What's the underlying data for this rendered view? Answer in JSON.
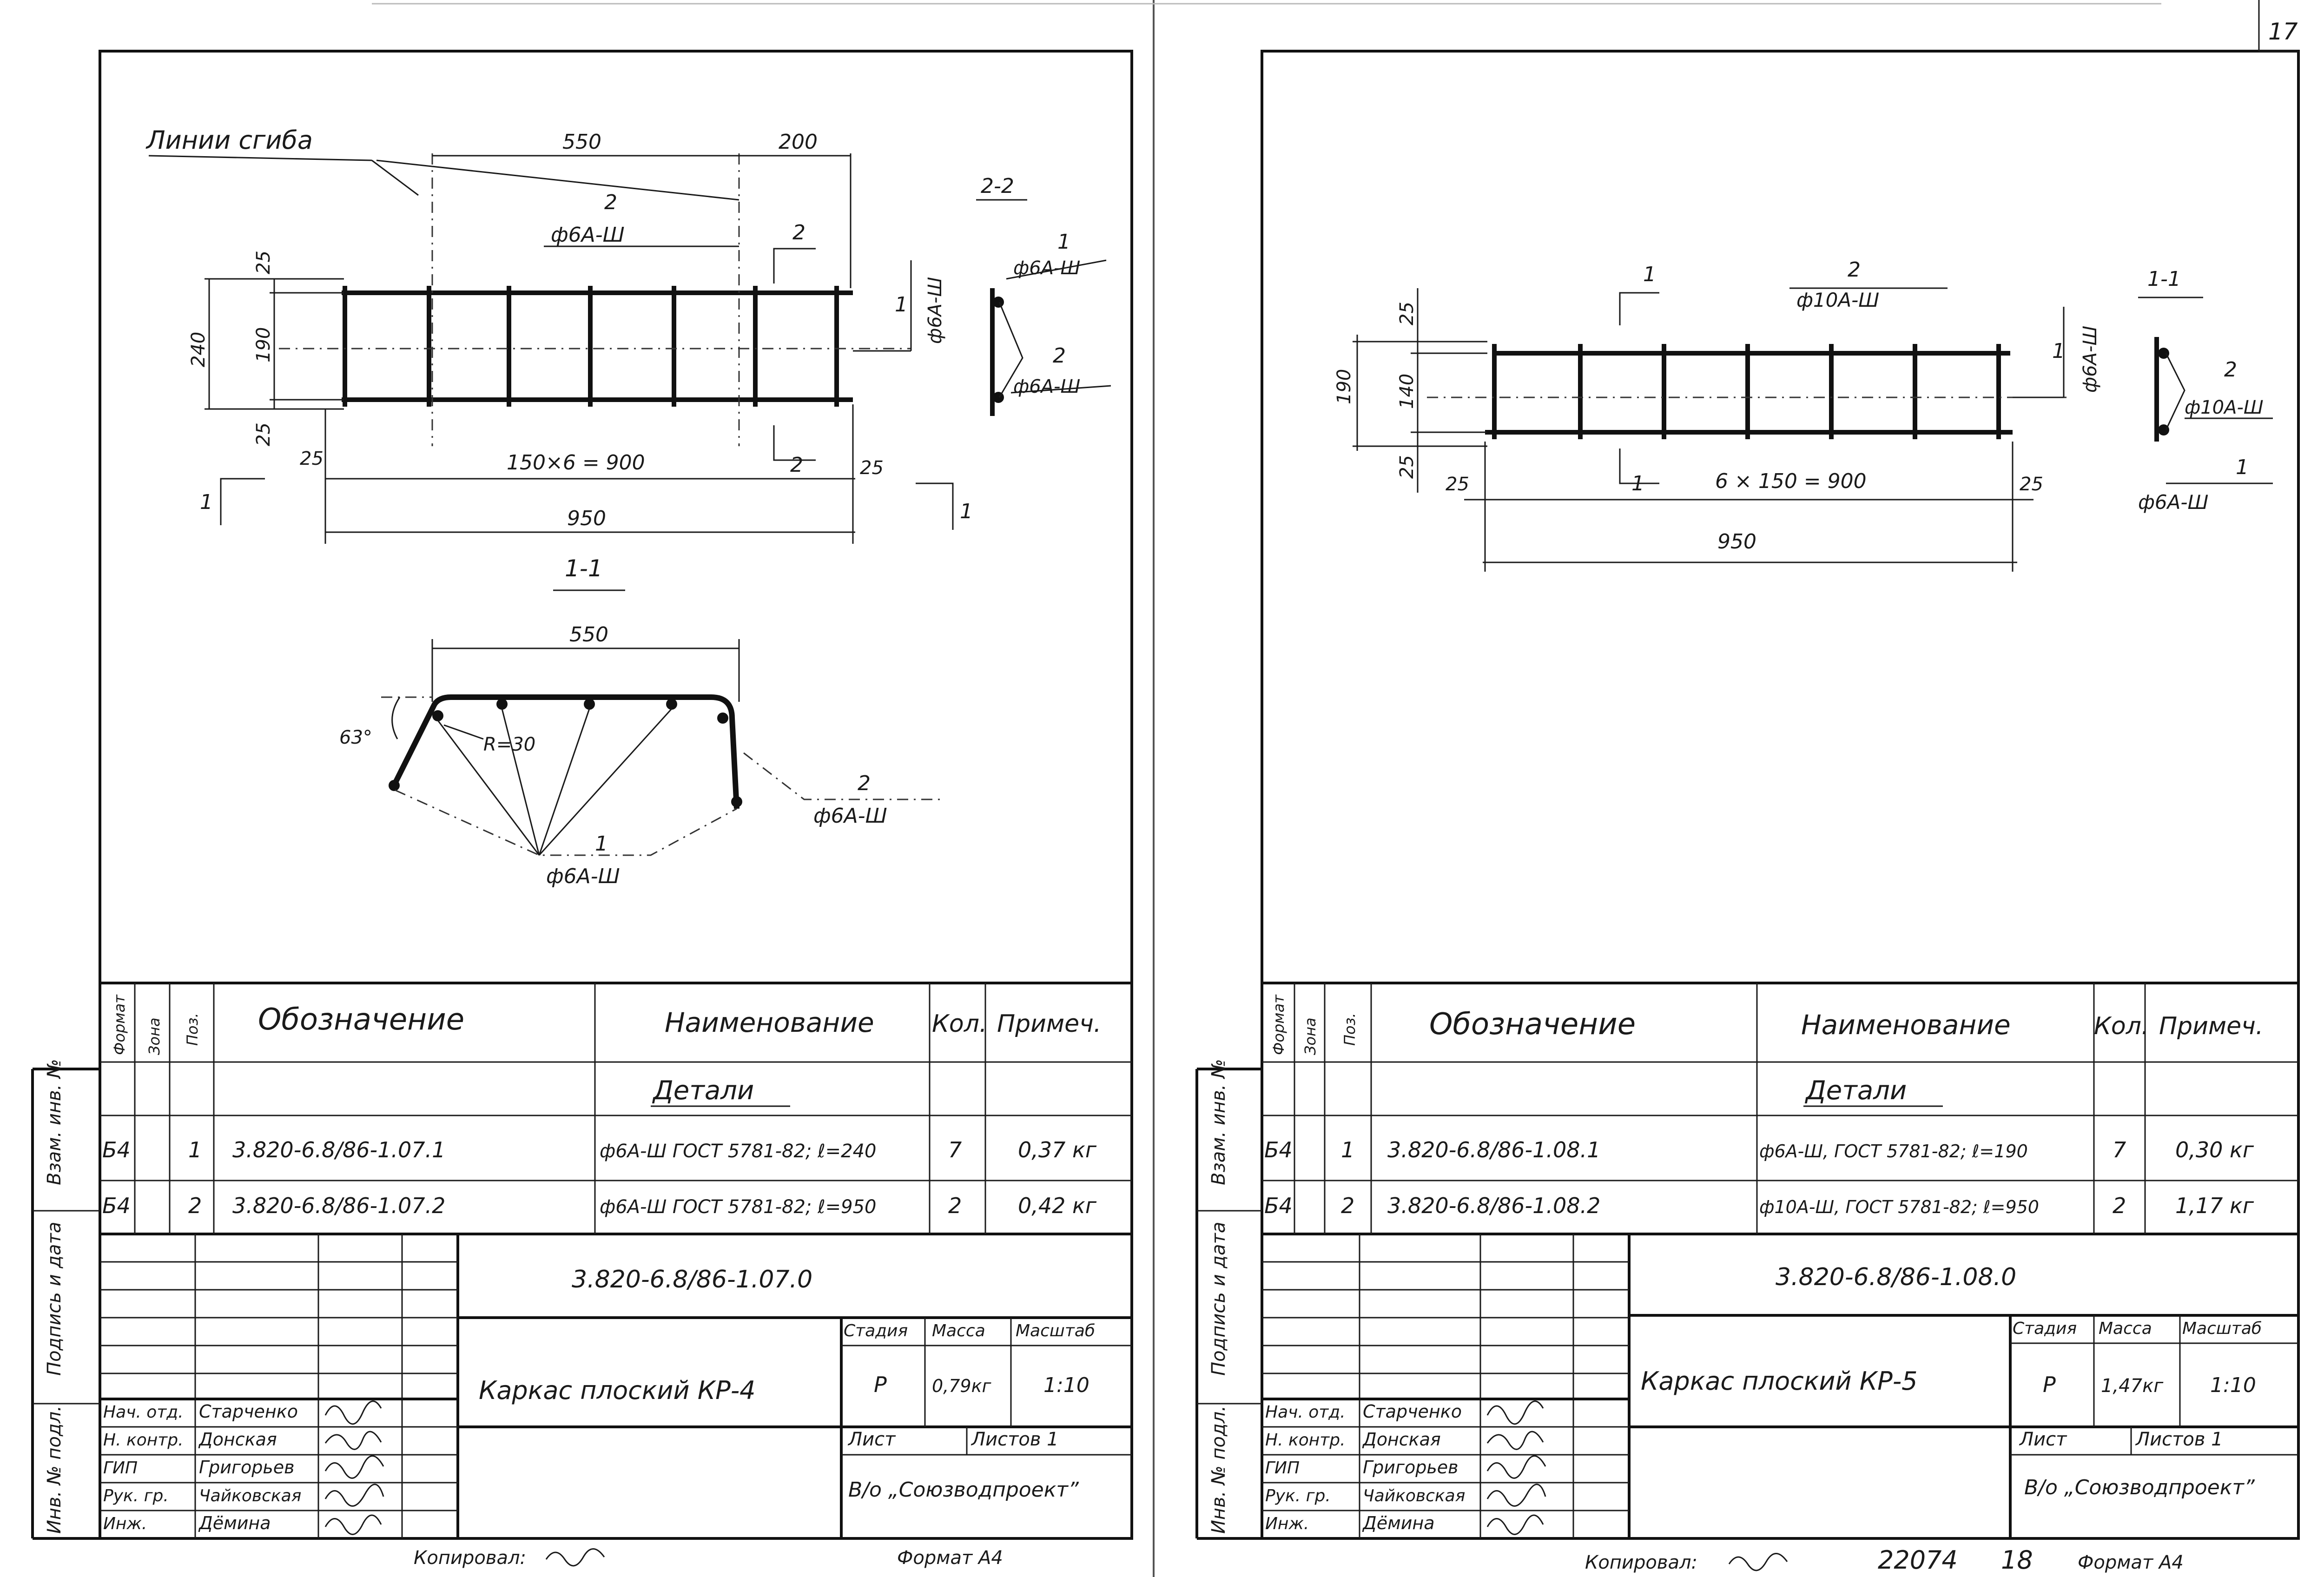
{
  "page_number": "17",
  "left": {
    "drawing": {
      "bend_lines_label": "Линии сгиба",
      "dim_550": "550",
      "dim_200": "200",
      "pos2_num": "2",
      "pos2_bar": "ф6А-Ш",
      "section_2_mark_top": "2",
      "section_2_mark_bottom": "2",
      "dim_25_top": "25",
      "dim_190": "190",
      "dim_25_bot": "25",
      "dim_240": "240",
      "dim_25_left": "25",
      "dim_150x6": "150×6 = 900",
      "dim_25_right": "25",
      "dim_950": "950",
      "pos1_num": "1",
      "pos1_bar": "ф6А-Ш",
      "section_1_mark_left": "1",
      "section_1_mark_right": "1",
      "section_22_title": "2-2",
      "sec22_pos1_num": "1",
      "sec22_pos1_bar": "ф6А-Ш",
      "sec22_pos2_num": "2",
      "sec22_pos2_bar": "ф6А-Ш",
      "section_11_title": "1-1",
      "sec11_dim_550": "550",
      "sec11_angle": "63°",
      "sec11_radius": "R=30",
      "sec11_pos2_num": "2",
      "sec11_pos2_bar": "ф6А-Ш",
      "sec11_pos1_num": "1",
      "sec11_pos1_bar": "ф6А-Ш"
    },
    "side_labels": [
      "Взам. инв. №",
      "Подпись и дата",
      "Инв. № подл."
    ],
    "spec": {
      "headers": {
        "format": "Формат",
        "zone": "Зона",
        "pos": "Поз.",
        "designation": "Обозначение",
        "name": "Наименование",
        "qty": "Кол.",
        "note": "Примеч."
      },
      "section_title": "Детали",
      "rows": [
        {
          "format": "Б4",
          "pos": "1",
          "designation": "3.820-6.8/86-1.07.1",
          "name": "ф6А-Ш ГОСТ 5781-82; ℓ=240",
          "qty": "7",
          "note": "0,37 кг"
        },
        {
          "format": "Б4",
          "pos": "2",
          "designation": "3.820-6.8/86-1.07.2",
          "name": "ф6А-Ш ГОСТ 5781-82; ℓ=950",
          "qty": "2",
          "note": "0,42 кг"
        }
      ]
    },
    "title_block": {
      "doc_code": "3.820-6.8/86-1.07.0",
      "title": "Каркас плоский КР-4",
      "stage_label": "Стадия",
      "mass_label": "Масса",
      "scale_label": "Масштаб",
      "stage": "Р",
      "mass": "0,79кг",
      "scale": "1:10",
      "sheet_label": "Лист",
      "sheets_label": "Листов 1",
      "org": "В/о „Союзводпроект”",
      "roles": [
        "Нач. отд.",
        "Н. контр.",
        "ГИП",
        "Рук. гр.",
        "Инж."
      ],
      "names": [
        "Старченко",
        "Донская",
        "Григорьев",
        "Чайковская",
        "Дёмина"
      ]
    },
    "footer": {
      "copied": "Копировал:",
      "format": "Формат А4"
    }
  },
  "right": {
    "drawing": {
      "section_1_mark_top": "1",
      "pos2_num": "2",
      "pos2_bar": "ф10А-Ш",
      "pos1_num": "1",
      "pos1_bar_vertical": "ф6А-Ш",
      "dim_25_top": "25",
      "dim_140": "140",
      "dim_25_bot": "25",
      "dim_190": "190",
      "dim_25_left": "25",
      "section_1_mark_bottom": "1",
      "dim_6x150": "6 × 150 = 900",
      "dim_25_right": "25",
      "dim_950": "950",
      "section_11_title": "1-1",
      "sec11_pos2_num": "2",
      "sec11_pos2_bar": "ф10А-Ш",
      "sec11_pos1_num": "1",
      "sec11_pos1_bar": "ф6А-Ш"
    },
    "side_labels": [
      "Взам. инв. №",
      "Подпись и дата",
      "Инв. № подл."
    ],
    "spec": {
      "headers": {
        "format": "Формат",
        "zone": "Зона",
        "pos": "Поз.",
        "designation": "Обозначение",
        "name": "Наименование",
        "qty": "Кол.",
        "note": "Примеч."
      },
      "section_title": "Детали",
      "rows": [
        {
          "format": "Б4",
          "pos": "1",
          "designation": "3.820-6.8/86-1.08.1",
          "name": "ф6А-Ш, ГОСТ 5781-82; ℓ=190",
          "qty": "7",
          "note": "0,30 кг"
        },
        {
          "format": "Б4",
          "pos": "2",
          "designation": "3.820-6.8/86-1.08.2",
          "name": "ф10А-Ш, ГОСТ 5781-82; ℓ=950",
          "qty": "2",
          "note": "1,17 кг"
        }
      ]
    },
    "title_block": {
      "doc_code": "3.820-6.8/86-1.08.0",
      "title": "Каркас плоский КР-5",
      "stage_label": "Стадия",
      "mass_label": "Масса",
      "scale_label": "Масштаб",
      "stage": "Р",
      "mass": "1,47кг",
      "scale": "1:10",
      "sheet_label": "Лист",
      "sheets_label": "Листов 1",
      "org": "В/о „Союзводпроект”",
      "roles": [
        "Нач. отд.",
        "Н. контр.",
        "ГИП",
        "Рук. гр.",
        "Инж."
      ],
      "names": [
        "Старченко",
        "Донская",
        "Григорьев",
        "Чайковская",
        "Дёмина"
      ]
    },
    "footer": {
      "copied": "Копировал:",
      "number": "22074",
      "sheet": "18",
      "format": "Формат А4"
    }
  }
}
